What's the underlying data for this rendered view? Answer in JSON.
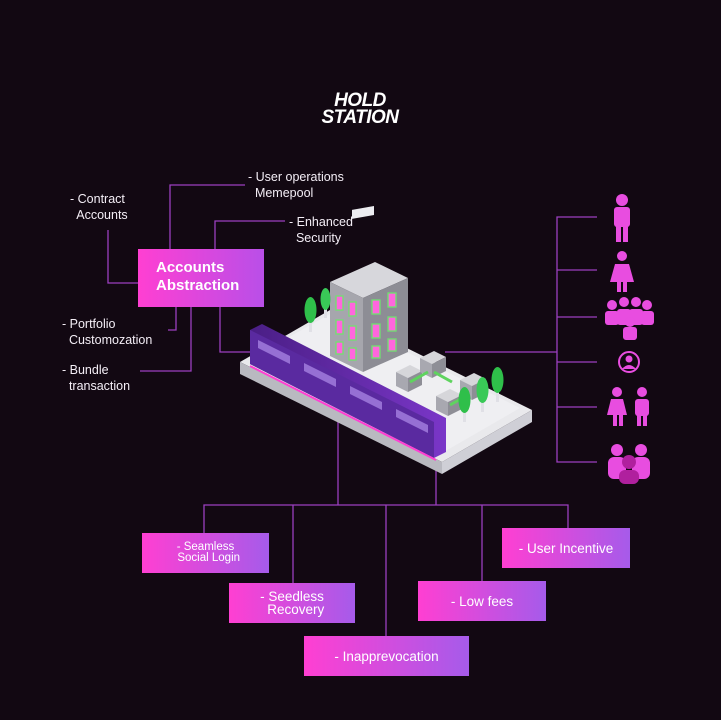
{
  "logo": {
    "line1": "HOLD",
    "line2": "STATION"
  },
  "accounts_abstraction": {
    "title": "Accounts\nAbstraction"
  },
  "feature_labels": {
    "contract_accounts": "- Contract\n  Accounts",
    "user_operations": "- User operations\n  Memepool",
    "enhanced_security": "- Enhanced\n  Security",
    "portfolio": "- Portfolio\n  Customozation",
    "bundle": "- Bundle\n  transaction"
  },
  "benefits": {
    "social_login": "- Seamless\n  Social Login",
    "seedless_recovery": "- Seedless\n  Recovery",
    "inapprevocation": "- Inapprevocation",
    "low_fees": "- Low fees",
    "user_incentive": "- User Incentive"
  },
  "user_icons": [
    "man-icon",
    "woman-icon",
    "crowd-icon",
    "user-circle-icon",
    "couple-icon",
    "group-icon"
  ],
  "colors": {
    "accent_pink": "#ff3fd2",
    "accent_purple": "#a65bea",
    "line_purple": "#9b3fc0",
    "background": "#120812"
  }
}
